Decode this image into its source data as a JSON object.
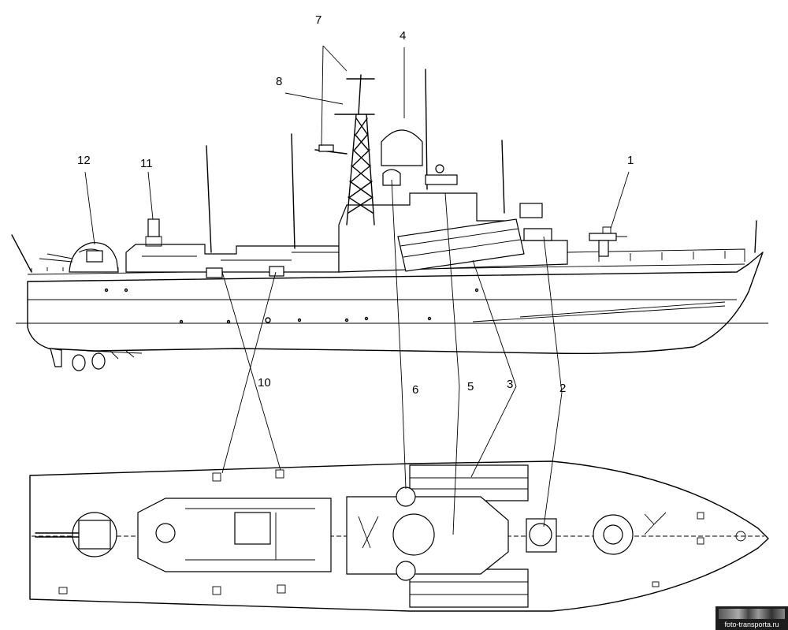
{
  "callouts": [
    "1",
    "2",
    "3",
    "4",
    "5",
    "6",
    "7",
    "8",
    "10",
    "11",
    "12"
  ],
  "watermark": {
    "text": "foto-transporta.ru",
    "bg_color": "#1c1c1c"
  },
  "colors": {
    "line": "#000000",
    "background": "#ffffff"
  }
}
